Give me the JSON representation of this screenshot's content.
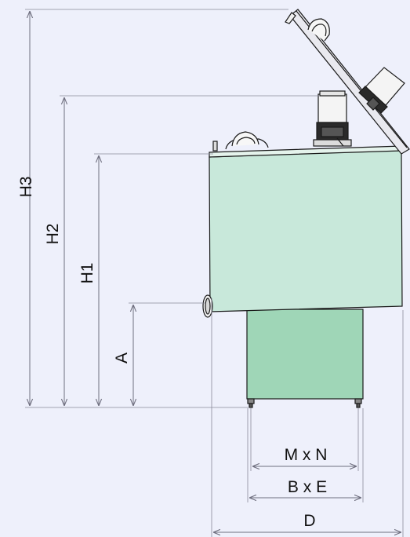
{
  "colors": {
    "background": "#eef0fb",
    "tank_fill": "#c8e8da",
    "stand_fill": "#9fd6b7",
    "line": "#1a1a1a",
    "dimension_line": "#7a7a8a"
  },
  "labels": {
    "h3": "H3",
    "h2": "H2",
    "h1": "H1",
    "a": "A",
    "mn": "M x N",
    "be": "B x E",
    "d": "D"
  }
}
